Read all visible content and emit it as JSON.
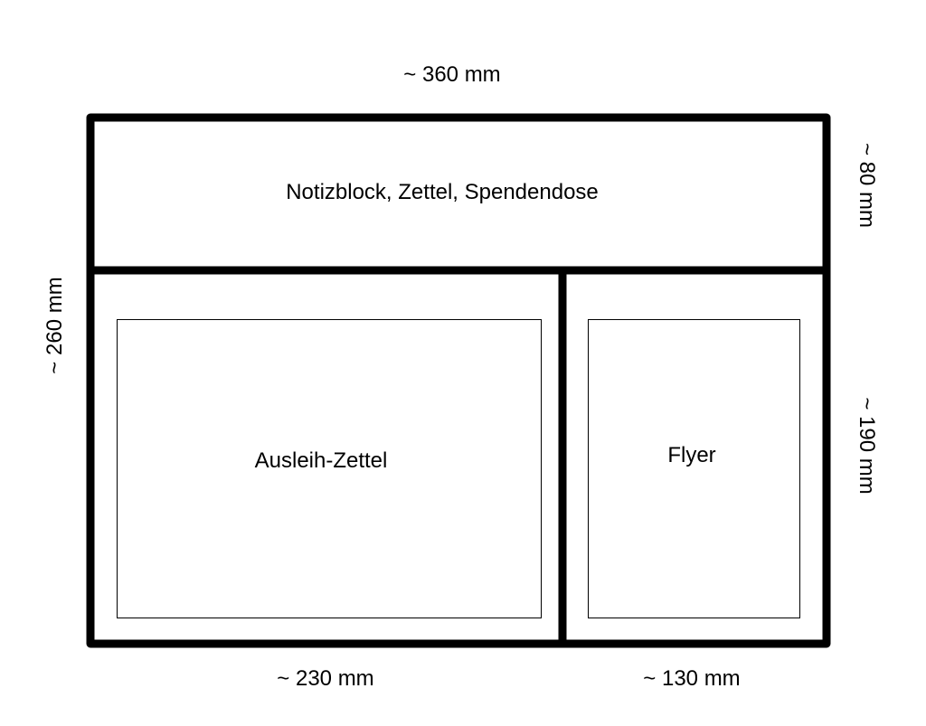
{
  "dimensions": {
    "total_width": "~ 360 mm",
    "top_height": "~ 80 mm",
    "total_height": "~ 260 mm",
    "bottom_height": "~ 190 mm",
    "left_width": "~ 230 mm",
    "right_width": "~ 130 mm"
  },
  "compartments": {
    "top": "Notizblock, Zettel, Spendendose",
    "bottom_left": "Ausleih-Zettel",
    "bottom_right": "Flyer"
  }
}
